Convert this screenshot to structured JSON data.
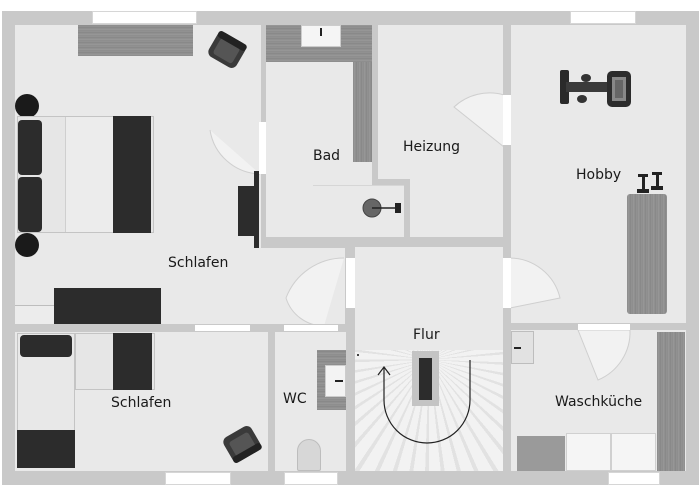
{
  "floorplan": {
    "rooms": [
      {
        "id": "schlafen-1",
        "label": "Schlafen"
      },
      {
        "id": "bad",
        "label": "Bad"
      },
      {
        "id": "heizung",
        "label": "Heizung"
      },
      {
        "id": "hobby",
        "label": "Hobby"
      },
      {
        "id": "schlafen-2",
        "label": "Schlafen"
      },
      {
        "id": "wc",
        "label": "WC"
      },
      {
        "id": "flur",
        "label": "Flur"
      },
      {
        "id": "waschkueche",
        "label": "Waschküche"
      }
    ],
    "colors": {
      "wall": "#c9c9c9",
      "floor": "#e9e9e9",
      "furniture_dark": "#2c2c2c",
      "wood": "#8f8f8f",
      "label": "#1a1a1a"
    }
  }
}
